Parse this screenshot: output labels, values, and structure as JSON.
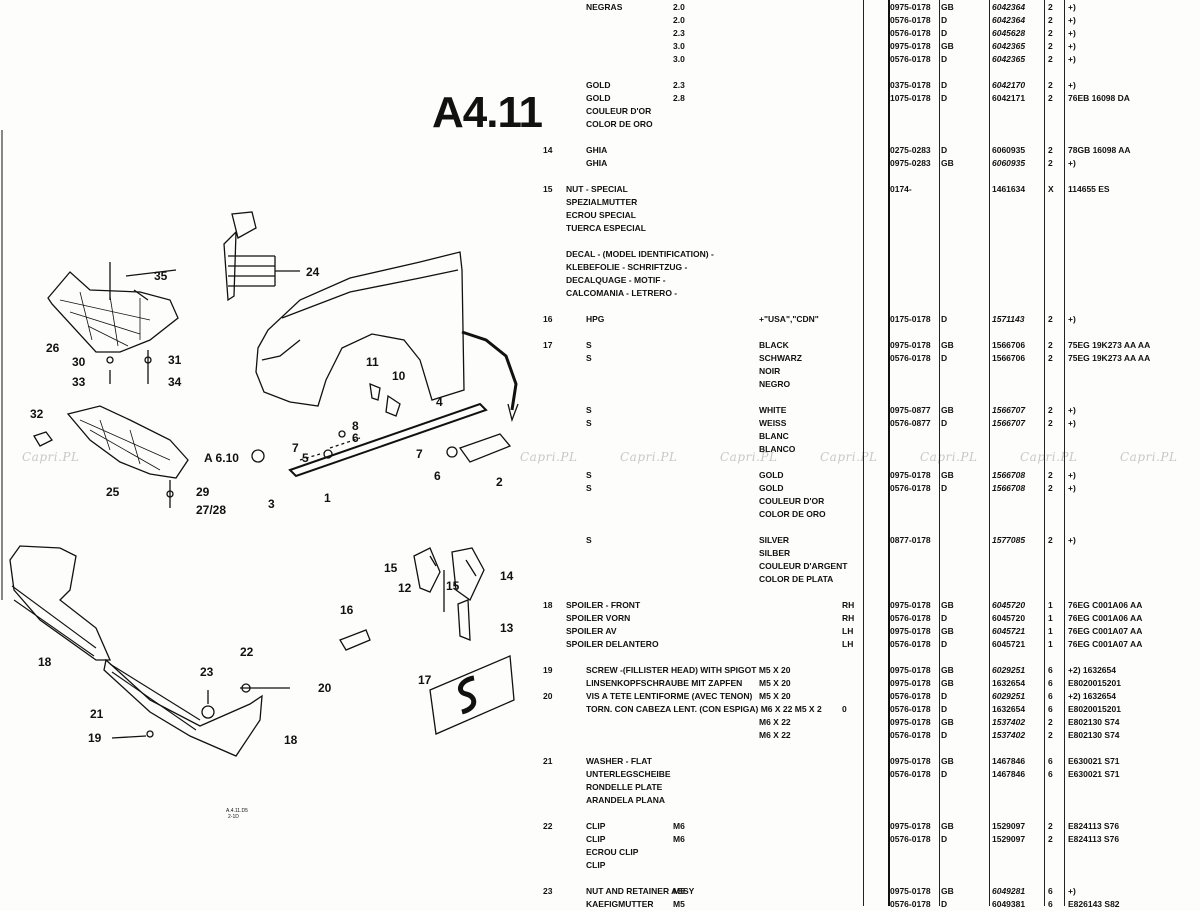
{
  "page_code": "A4.11",
  "drawing_code": [
    "A.4.11.D5",
    "2-1D"
  ],
  "figure_ref": "A 6.10",
  "watermark": "Capri.PL",
  "callouts": {
    "c1": "1",
    "c2": "2",
    "c3": "3",
    "c4": "4",
    "c5": "5",
    "c6a": "6",
    "c6b": "6",
    "c7a": "7",
    "c7b": "7",
    "c8": "8",
    "c10": "10",
    "c11": "11",
    "c12": "12",
    "c13": "13",
    "c14": "14",
    "c15a": "15",
    "c15b": "15",
    "c16": "16",
    "c17": "17",
    "c18a": "18",
    "c18b": "18",
    "c19": "19",
    "c20": "20",
    "c21": "21",
    "c22": "22",
    "c23": "23",
    "c24": "24",
    "c25": "25",
    "c26": "26",
    "c27": "27/28",
    "c29": "29",
    "c30": "30",
    "c31": "31",
    "c32": "32",
    "c33": "33",
    "c34": "34",
    "c35": "35"
  },
  "rows": [
    {
      "desc": "NEGRAS",
      "model": "2.0",
      "date": "0975-0178",
      "mkt": "GB",
      "part": "6042364",
      "qty": "2",
      "ref": "+)"
    },
    {
      "model": "2.0",
      "date": "0576-0178",
      "mkt": "D",
      "part": "6042364",
      "qty": "2",
      "ref": "+)"
    },
    {
      "model": "2.3",
      "date": "0576-0178",
      "mkt": "D",
      "part": "6045628",
      "qty": "2",
      "ref": "+)"
    },
    {
      "model": "3.0",
      "date": "0975-0178",
      "mkt": "GB",
      "part": "6042365",
      "qty": "2",
      "ref": "+)"
    },
    {
      "model": "3.0",
      "date": "0576-0178",
      "mkt": "D",
      "part": "6042365",
      "qty": "2",
      "ref": "+)"
    },
    {
      "gap": true
    },
    {
      "desc": "GOLD",
      "model": "2.3",
      "date": "0375-0178",
      "mkt": "D",
      "part": "6042170",
      "qty": "2",
      "ref": "+)"
    },
    {
      "desc": "GOLD",
      "model": "2.8",
      "date": "1075-0178",
      "mkt": "D",
      "part": "6042171",
      "partUp": true,
      "qty": "2",
      "ref": "76EB 16098 DA"
    },
    {
      "desc": "COULEUR D'OR"
    },
    {
      "desc": "COLOR DE ORO"
    },
    {
      "gap": true
    },
    {
      "item": "14",
      "desc": "GHIA",
      "date": "0275-0283",
      "mkt": "D",
      "part": "6060935",
      "partUp": true,
      "qty": "2",
      "ref": "78GB 16098 AA"
    },
    {
      "desc": "GHIA",
      "date": "0975-0283",
      "mkt": "GB",
      "part": "6060935",
      "qty": "2",
      "ref": "+)"
    },
    {
      "gap": true
    },
    {
      "item": "15",
      "desc0": "NUT - SPECIAL",
      "date": "0174-",
      "part": "1461634",
      "partUp": true,
      "qty": "X",
      "ref": "114655 ES"
    },
    {
      "desc0": "SPEZIALMUTTER"
    },
    {
      "desc0": "ECROU SPECIAL"
    },
    {
      "desc0": "TUERCA ESPECIAL"
    },
    {
      "gap": true
    },
    {
      "desc0": "DECAL - (MODEL IDENTIFICATION) -"
    },
    {
      "desc0": "KLEBEFOLIE - SCHRIFTZUG -"
    },
    {
      "desc0": "DECALQUAGE - MOTIF -"
    },
    {
      "desc0": "CALCOMANIA - LETRERO -"
    },
    {
      "gap": true
    },
    {
      "item": "16",
      "desc": "HPG",
      "spec": "+\"USA\",\"CDN\"",
      "date": "0175-0178",
      "mkt": "D",
      "part": "1571143",
      "qty": "2",
      "ref": "+)"
    },
    {
      "gap": true
    },
    {
      "item": "17",
      "desc": "S",
      "spec": "BLACK",
      "date": "0975-0178",
      "mkt": "GB",
      "part": "1566706",
      "partUp": true,
      "qty": "2",
      "ref": "75EG 19K273 AA AA"
    },
    {
      "desc": "S",
      "spec": "SCHWARZ",
      "date": "0576-0178",
      "mkt": "D",
      "part": "1566706",
      "partUp": true,
      "qty": "2",
      "ref": "75EG 19K273 AA AA"
    },
    {
      "spec": "NOIR"
    },
    {
      "spec": "NEGRO"
    },
    {
      "gap": true
    },
    {
      "desc": "S",
      "spec": "WHITE",
      "date": "0975-0877",
      "mkt": "GB",
      "part": "1566707",
      "qty": "2",
      "ref": "+)"
    },
    {
      "desc": "S",
      "spec": "WEISS",
      "date": "0576-0877",
      "mkt": "D",
      "part": "1566707",
      "qty": "2",
      "ref": "+)"
    },
    {
      "spec": "BLANC"
    },
    {
      "spec": "BLANCO"
    },
    {
      "gap": true
    },
    {
      "desc": "S",
      "spec": "GOLD",
      "date": "0975-0178",
      "mkt": "GB",
      "part": "1566708",
      "qty": "2",
      "ref": "+)"
    },
    {
      "desc": "S",
      "spec": "GOLD",
      "date": "0576-0178",
      "mkt": "D",
      "part": "1566708",
      "qty": "2",
      "ref": "+)"
    },
    {
      "spec": "COULEUR D'OR"
    },
    {
      "spec": "COLOR DE ORO"
    },
    {
      "gap": true
    },
    {
      "desc": "S",
      "spec": "SILVER",
      "date": "0877-0178",
      "part": "1577085",
      "qty": "2",
      "ref": "+)"
    },
    {
      "spec": "SILBER"
    },
    {
      "spec": "COULEUR D'ARGENT"
    },
    {
      "spec": "COLOR DE PLATA"
    },
    {
      "gap": true
    },
    {
      "item": "18",
      "desc0": "SPOILER - FRONT",
      "side": "RH",
      "date": "0975-0178",
      "mkt": "GB",
      "part": "6045720",
      "qty": "1",
      "ref": "76EG C001A06 AA"
    },
    {
      "desc0": "SPOILER VORN",
      "side": "RH",
      "date": "0576-0178",
      "mkt": "D",
      "part": "6045720",
      "partUp": true,
      "qty": "1",
      "ref": "76EG C001A06 AA"
    },
    {
      "desc0": "SPOILER AV",
      "side": "LH",
      "date": "0975-0178",
      "mkt": "GB",
      "part": "6045721",
      "qty": "1",
      "ref": "76EG C001A07 AA"
    },
    {
      "desc0": "SPOILER DELANTERO",
      "side": "LH",
      "date": "0576-0178",
      "mkt": "D",
      "part": "6045721",
      "partUp": true,
      "qty": "1",
      "ref": "76EG C001A07 AA"
    },
    {
      "gap": true
    },
    {
      "item": "19",
      "desc": "SCREW -(FILLISTER HEAD) WITH SPIGOT M5 X 20",
      "date": "0975-0178",
      "mkt": "GB",
      "part": "6029251",
      "qty": "6",
      "ref": "+2) 1632654"
    },
    {
      "desc": "LINSENKOPFSCHRAUBE MIT ZAPFEN",
      "spec": "M5 X 20",
      "date": "0975-0178",
      "mkt": "GB",
      "part": "1632654",
      "partUp": true,
      "qty": "6",
      "ref": "E8020015201"
    },
    {
      "item": "20",
      "desc": "VIS A TETE LENTIFORME (AVEC TENON)",
      "spec": "M5 X 20",
      "date": "0576-0178",
      "mkt": "D",
      "part": "6029251",
      "qty": "6",
      "ref": "+2) 1632654"
    },
    {
      "desc": "TORN. CON CABEZA LENT. (CON ESPIGA) M6 X 22 M5 X 2",
      "side": "0",
      "date": "0576-0178",
      "mkt": "D",
      "part": "1632654",
      "partUp": true,
      "qty": "6",
      "ref": "E8020015201"
    },
    {
      "spec": "M6 X 22",
      "date": "0975-0178",
      "mkt": "GB",
      "part": "1537402",
      "qty": "2",
      "ref": "E802130 S74"
    },
    {
      "spec": "M6 X 22",
      "date": "0576-0178",
      "mkt": "D",
      "part": "1537402",
      "qty": "2",
      "ref": "E802130 S74"
    },
    {
      "gap": true
    },
    {
      "item": "21",
      "desc": "WASHER - FLAT",
      "date": "0975-0178",
      "mkt": "GB",
      "part": "1467846",
      "partUp": true,
      "qty": "6",
      "ref": "E630021 S71"
    },
    {
      "desc": "UNTERLEGSCHEIBE",
      "date": "0576-0178",
      "mkt": "D",
      "part": "1467846",
      "partUp": true,
      "qty": "6",
      "ref": "E630021 S71"
    },
    {
      "desc": "RONDELLE PLATE"
    },
    {
      "desc": "ARANDELA PLANA"
    },
    {
      "gap": true
    },
    {
      "item": "22",
      "desc": "CLIP",
      "model": "M6",
      "date": "0975-0178",
      "mkt": "GB",
      "part": "1529097",
      "partUp": true,
      "qty": "2",
      "ref": "E824113 S76"
    },
    {
      "desc": "CLIP",
      "model": "M6",
      "date": "0576-0178",
      "mkt": "D",
      "part": "1529097",
      "partUp": true,
      "qty": "2",
      "ref": "E824113 S76"
    },
    {
      "desc": "ECROU CLIP"
    },
    {
      "desc": "CLIP"
    },
    {
      "gap": true
    },
    {
      "item": "23",
      "desc": "NUT AND RETAINER ASSY",
      "model": "M5",
      "date": "0975-0178",
      "mkt": "GB",
      "part": "6049281",
      "qty": "6",
      "ref": "+)"
    },
    {
      "desc": "KAEFIGMUTTER",
      "model": "M5",
      "date": "0576-0178",
      "mkt": "D",
      "part": "6049381",
      "partUp": true,
      "qty": "6",
      "ref": "E826143 S82"
    }
  ]
}
